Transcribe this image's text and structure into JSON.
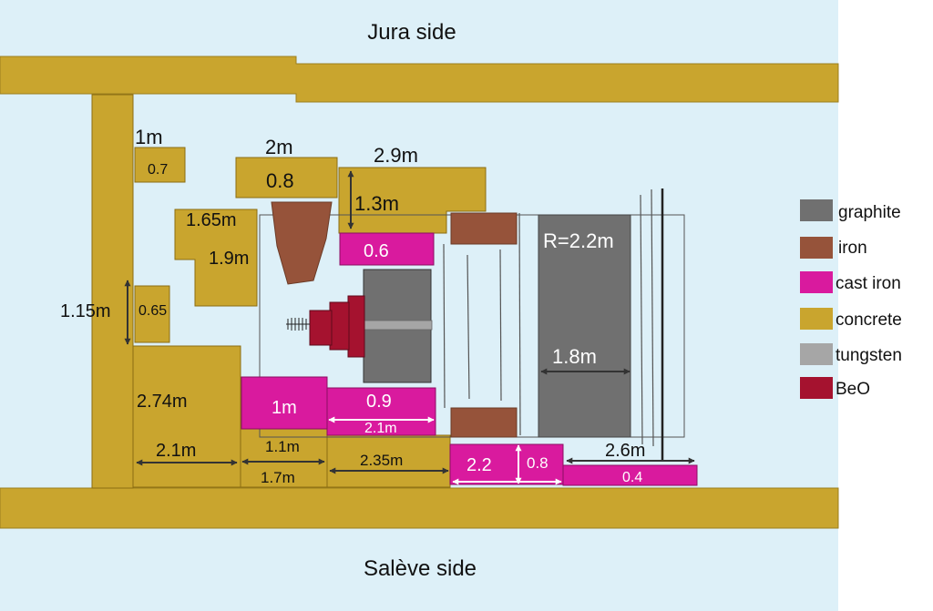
{
  "sides": {
    "top": "Jura side",
    "bottom": "Salève side"
  },
  "legend": [
    {
      "label": "graphite",
      "color": "#707070"
    },
    {
      "label": "iron",
      "color": "#96533A"
    },
    {
      "label": "cast iron",
      "color": "#D91A9E"
    },
    {
      "label": "concrete",
      "color": "#C9A52E"
    },
    {
      "label": "tungsten",
      "color": "#A6A6A6"
    },
    {
      "label": "BeO",
      "color": "#A5122F"
    }
  ],
  "colors": {
    "background": "#DDF0F8",
    "concrete": "#C9A52E",
    "iron": "#96533A",
    "cast_iron": "#D91A9E",
    "graphite": "#707070",
    "tungsten": "#A6A6A6",
    "beo": "#A5122F"
  },
  "labels": {
    "top_left_block_size": "1m",
    "top_left_block_thickness": "0.7",
    "upper_block_width": "2m",
    "upper_block_thickness": "0.8",
    "upper_right_block_width": "2.9m",
    "upper_right_block_height": "1.3m",
    "cast_iron_top_thickness": "0.6",
    "left_step_block_width": "1.65m",
    "left_step_block_height": "1.9m",
    "small_left_block_height": "1.15m",
    "small_left_block_thickness": "0.65",
    "graphite_radius": "R=2.2m",
    "graphite_width": "1.8m",
    "lower_left_block_height": "2.74m",
    "lower_left_block_width": "2.1m",
    "cast_iron_1m": "1m",
    "lower_mid_block_height": "1.1m",
    "lower_mid_block_width": "1.7m",
    "cast_iron_09_thickness": "0.9",
    "cast_iron_09_width": "2.1m",
    "lower_right_block_width": "2.35m",
    "cast_iron_22_width": "2.2",
    "cast_iron_22_height": "0.8",
    "bottom_plate_width": "2.6m",
    "bottom_plate_thickness": "0.4"
  }
}
